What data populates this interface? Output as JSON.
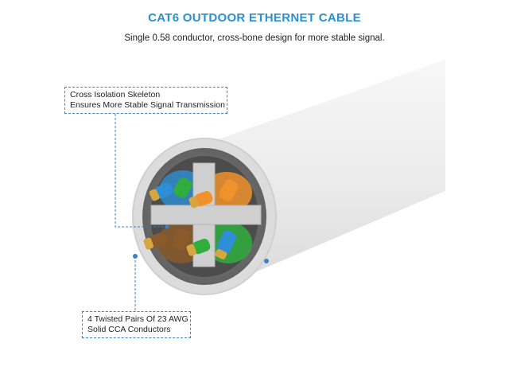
{
  "title": "CAT6 OUTDOOR ETHERNET CABLE",
  "subtitle": "Single 0.58 conductor, cross-bone design for more stable signal.",
  "callouts": [
    {
      "line1": "Cross Isolation Skeleton",
      "line2": "Ensures More Stable Signal Transmission"
    },
    {
      "line1": "4 Twisted Pairs Of 23 AWG",
      "line2": "Solid CCA Conductors"
    }
  ],
  "colors": {
    "title": "#2a8fd4",
    "callout_border": "#3b82c4",
    "jacket": "#e4e4e4",
    "inner_ring": "#7a7a7a",
    "separator": "#c8c8c8",
    "wire_blue": "#2e8fd6",
    "wire_green": "#2fae3c",
    "wire_orange": "#f0922b",
    "wire_brown": "#8a5a2b",
    "copper": "#d8a640"
  },
  "icons": [
    "cable-cross-section-illustration"
  ]
}
